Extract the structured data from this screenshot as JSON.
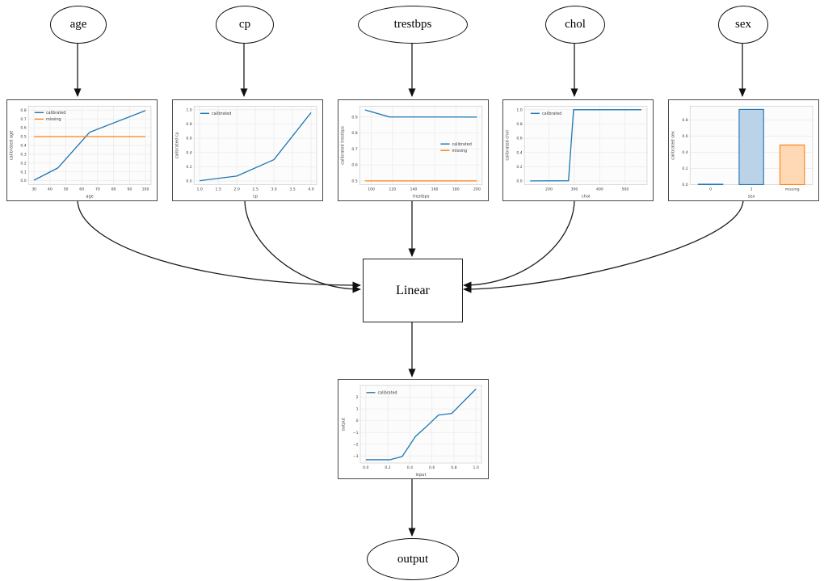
{
  "nodes": {
    "age": "age",
    "cp": "cp",
    "trestbps": "trestbps",
    "chol": "chol",
    "sex": "sex",
    "linear": "Linear",
    "output": "output"
  },
  "colors": {
    "calibrated": "#1f77b4",
    "missing": "#ff7f0e",
    "bar_blue_fill": "#bcd2e8",
    "bar_orange_fill": "#ffd9b5",
    "grid": "#ebebeb",
    "plot_bg": "#fcfcfc",
    "plot_frame": "#d8d8d8",
    "edge": "#1a1a1a"
  },
  "chart_data": [
    {
      "id": "age",
      "type": "line",
      "xlabel": "age",
      "ylabel": "calibrated age",
      "xlim": [
        26.5,
        103.5
      ],
      "ylim": [
        -0.045,
        0.845
      ],
      "xticks": [
        30,
        40,
        50,
        60,
        70,
        80,
        90,
        100
      ],
      "xtick_labels": [
        "30",
        "40",
        "50",
        "60",
        "70",
        "80",
        "90",
        "100"
      ],
      "yticks": [
        0.0,
        0.1,
        0.2,
        0.3,
        0.4,
        0.5,
        0.6,
        0.7,
        0.8
      ],
      "ytick_labels": [
        "0.0",
        "0.1",
        "0.2",
        "0.3",
        "0.4",
        "0.5",
        "0.6",
        "0.7",
        "0.8"
      ],
      "legend": {
        "x": 0.05,
        "y": 0.04,
        "entries": [
          "calibrated",
          "missing"
        ]
      },
      "series": [
        {
          "name": "calibrated",
          "color": "calibrated",
          "points": [
            [
              30,
              0.005
            ],
            [
              45,
              0.145
            ],
            [
              65,
              0.55
            ],
            [
              100,
              0.795
            ]
          ]
        },
        {
          "name": "missing",
          "color": "missing",
          "points": [
            [
              30,
              0.5
            ],
            [
              100,
              0.5
            ]
          ]
        }
      ]
    },
    {
      "id": "cp",
      "type": "line",
      "xlabel": "cp",
      "ylabel": "calibrated cp",
      "xlim": [
        0.85,
        4.15
      ],
      "ylim": [
        -0.05,
        1.05
      ],
      "xticks": [
        1.0,
        1.5,
        2.0,
        2.5,
        3.0,
        3.5,
        4.0
      ],
      "xtick_labels": [
        "1.0",
        "1.5",
        "2.0",
        "2.5",
        "3.0",
        "3.5",
        "4.0"
      ],
      "yticks": [
        0.0,
        0.2,
        0.4,
        0.6,
        0.8,
        1.0
      ],
      "ytick_labels": [
        "0.0",
        "0.2",
        "0.4",
        "0.6",
        "0.8",
        "1.0"
      ],
      "legend": {
        "x": 0.05,
        "y": 0.05,
        "entries": [
          "calibrated"
        ]
      },
      "series": [
        {
          "name": "calibrated",
          "color": "calibrated",
          "points": [
            [
              1,
              0.005
            ],
            [
              2,
              0.07
            ],
            [
              3,
              0.3
            ],
            [
              4,
              0.96
            ]
          ]
        }
      ]
    },
    {
      "id": "trestbps",
      "type": "line",
      "xlabel": "trestbps",
      "ylabel": "calibrated trestbps",
      "xlim": [
        89,
        205
      ],
      "ylim": [
        0.477,
        0.967
      ],
      "xticks": [
        100,
        120,
        140,
        160,
        180,
        200
      ],
      "xtick_labels": [
        "100",
        "120",
        "140",
        "160",
        "180",
        "200"
      ],
      "yticks": [
        0.5,
        0.6,
        0.7,
        0.8,
        0.9
      ],
      "ytick_labels": [
        "0.5",
        "0.6",
        "0.7",
        "0.8",
        "0.9"
      ],
      "legend": {
        "x": 0.66,
        "y": 0.44,
        "entries": [
          "calibrated",
          "missing"
        ]
      },
      "series": [
        {
          "name": "calibrated",
          "color": "calibrated",
          "points": [
            [
              94,
              0.944
            ],
            [
              117,
              0.9
            ],
            [
              200,
              0.899
            ]
          ]
        },
        {
          "name": "missing",
          "color": "missing",
          "points": [
            [
              94,
              0.5
            ],
            [
              200,
              0.5
            ]
          ]
        }
      ]
    },
    {
      "id": "chol",
      "type": "line",
      "xlabel": "chol",
      "ylabel": "calibrated chol",
      "xlim": [
        104,
        586
      ],
      "ylim": [
        -0.05,
        1.05
      ],
      "xticks": [
        200,
        300,
        400,
        500
      ],
      "xtick_labels": [
        "200",
        "300",
        "400",
        "500"
      ],
      "yticks": [
        0.0,
        0.2,
        0.4,
        0.6,
        0.8,
        1.0
      ],
      "ytick_labels": [
        "0.0",
        "0.2",
        "0.4",
        "0.6",
        "0.8",
        "1.0"
      ],
      "legend": {
        "x": 0.05,
        "y": 0.05,
        "entries": [
          "calibrated"
        ]
      },
      "series": [
        {
          "name": "calibrated",
          "color": "calibrated",
          "points": [
            [
              126,
              0.002
            ],
            [
              277,
              0.004
            ],
            [
              297,
              1.0
            ],
            [
              564,
              1.0
            ]
          ]
        }
      ]
    },
    {
      "id": "sex",
      "type": "bar",
      "xlabel": "sex",
      "ylabel": "calibrated sex",
      "categories": [
        "0",
        "1",
        "missing"
      ],
      "values": [
        0.005,
        0.93,
        0.49
      ],
      "bar_edge_colors": [
        "calibrated",
        "calibrated",
        "missing"
      ],
      "bar_fill_colors": [
        "bar_blue_fill",
        "bar_blue_fill",
        "bar_orange_fill"
      ],
      "ylim": [
        0,
        0.97
      ],
      "yticks": [
        0.0,
        0.2,
        0.4,
        0.6,
        0.8
      ],
      "ytick_labels": [
        "0.0",
        "0.2",
        "0.4",
        "0.6",
        "0.8"
      ]
    },
    {
      "id": "output",
      "type": "line",
      "xlabel": "input",
      "ylabel": "output",
      "xlim": [
        -0.05,
        1.05
      ],
      "ylim": [
        -3.6,
        3.0
      ],
      "xticks": [
        0.0,
        0.2,
        0.4,
        0.6,
        0.8,
        1.0
      ],
      "xtick_labels": [
        "0.0",
        "0.2",
        "0.4",
        "0.6",
        "0.8",
        "1.0"
      ],
      "yticks": [
        -3,
        -2,
        -1,
        0,
        1,
        2
      ],
      "ytick_labels": [
        "−3",
        "−2",
        "−1",
        "0",
        "1",
        "2"
      ],
      "legend": {
        "x": 0.05,
        "y": 0.05,
        "entries": [
          "calibrated"
        ]
      },
      "series": [
        {
          "name": "calibrated",
          "color": "calibrated",
          "points": [
            [
              0,
              -3.32
            ],
            [
              0.22,
              -3.32
            ],
            [
              0.33,
              -3.05
            ],
            [
              0.45,
              -1.35
            ],
            [
              0.55,
              -0.5
            ],
            [
              0.66,
              0.48
            ],
            [
              0.78,
              0.62
            ],
            [
              1.0,
              2.7
            ]
          ]
        }
      ]
    }
  ]
}
